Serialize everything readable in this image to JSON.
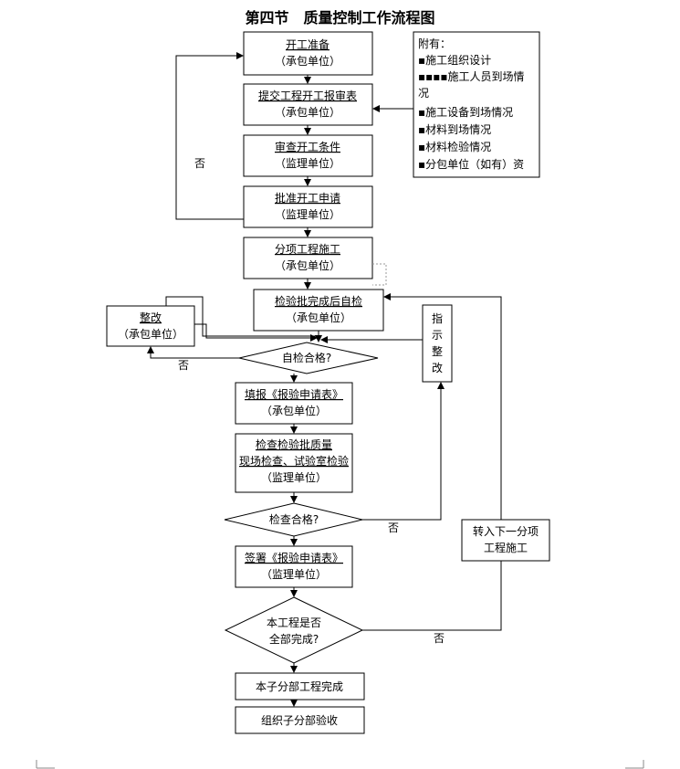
{
  "title": "第四节　质量控制工作流程图",
  "boxes": {
    "start_prep": {
      "line1": "开工准备",
      "line2": "（承包单位）"
    },
    "submit_report": {
      "line1": "提交工程开工报审表",
      "line2": "（承包单位）"
    },
    "review_conditions": {
      "line1": "审查开工条件",
      "line2": "（监理单位）"
    },
    "approve_request": {
      "line1": "批准开工申请",
      "line2": "（监理单位）"
    },
    "sub_construction": {
      "line1": "分项工程施工",
      "line2": "（承包单位）"
    },
    "self_check": {
      "line1": "检验批完成后自检",
      "line2": "（承包单位）"
    },
    "rectify": {
      "line1": "整改",
      "line2": "（承包单位）"
    },
    "fill_form": {
      "line1": "填报《报验申请表》",
      "line2": "（承包单位）"
    },
    "inspect": {
      "line1": "检查检验批质量",
      "line2": "现场检查、试验室检验",
      "line3": "（监理单位）"
    },
    "sign_form": {
      "line1": "签署《报验申请表》",
      "line2": "（监理单位）"
    },
    "sub_complete": {
      "line1": "本子分部工程完成"
    },
    "organize_acceptance": {
      "line1": "组织子分部验收"
    },
    "next_item": {
      "line1": "转入下一分项",
      "line2": "工程施工"
    },
    "instruct_rectify": {
      "chars": [
        "指",
        "示",
        "整",
        "改"
      ]
    }
  },
  "attachments": {
    "heading": "附有：",
    "items": [
      "▪施工组织设计",
      "▪▪▪▪施工人员到场情",
      "况",
      "▪施工设备到场情况",
      "▪材料到场情况",
      "▪材料检验情况",
      "▪分包单位（如有）资"
    ]
  },
  "decisions": {
    "self_pass": "自检合格?",
    "check_pass": "检查合格?",
    "all_complete_line1": "本工程是否",
    "all_complete_line2": "全部完成?"
  },
  "edge_labels": {
    "no_left_top": "否",
    "no_self": "否",
    "no_check": "否",
    "no_complete": "否"
  }
}
